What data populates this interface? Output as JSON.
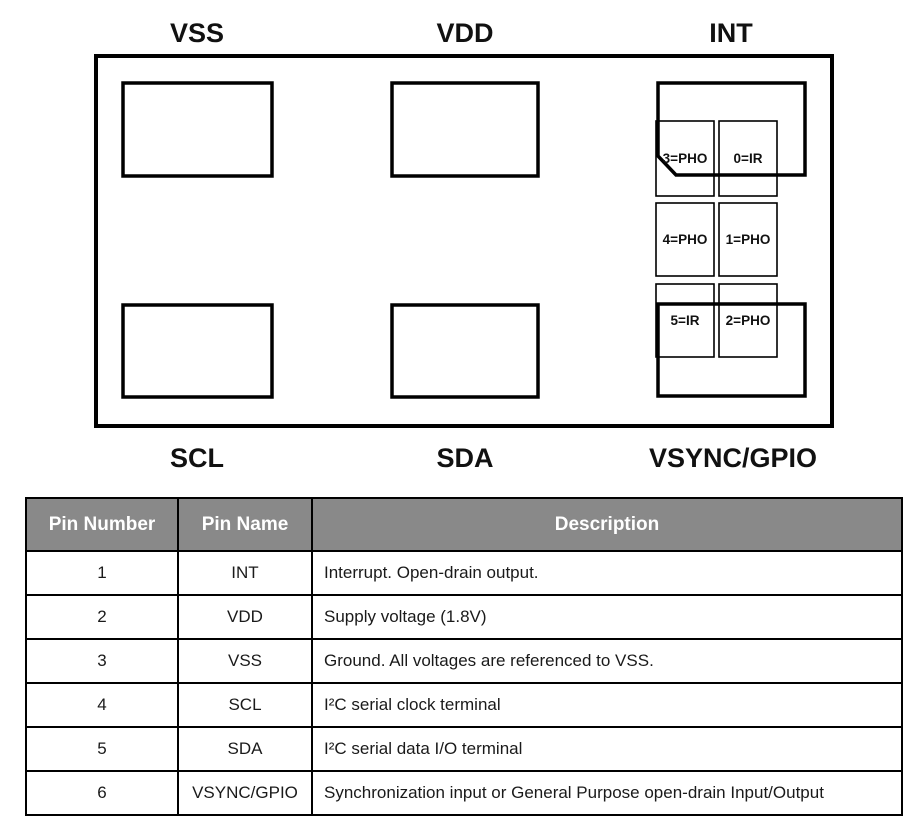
{
  "diagram": {
    "pin_labels": [
      {
        "position": "top-left",
        "label": "VSS"
      },
      {
        "position": "top-center",
        "label": "VDD"
      },
      {
        "position": "top-right",
        "label": "INT"
      },
      {
        "position": "bottom-left",
        "label": "SCL"
      },
      {
        "position": "bottom-center",
        "label": "SDA"
      },
      {
        "position": "bottom-right",
        "label": "VSYNC/GPIO"
      }
    ],
    "sensor_cells": [
      {
        "label": "3=PHO"
      },
      {
        "label": "0=IR"
      },
      {
        "label": "4=PHO"
      },
      {
        "label": "1=PHO"
      },
      {
        "label": "5=IR"
      },
      {
        "label": "2=PHO"
      }
    ]
  },
  "table": {
    "headers": [
      "Pin Number",
      "Pin Name",
      "Description"
    ],
    "rows": [
      {
        "pin_number": "1",
        "pin_name": "INT",
        "description": "Interrupt. Open-drain output."
      },
      {
        "pin_number": "2",
        "pin_name": "VDD",
        "description": "Supply voltage (1.8V)"
      },
      {
        "pin_number": "3",
        "pin_name": "VSS",
        "description": "Ground. All voltages are referenced to VSS."
      },
      {
        "pin_number": "4",
        "pin_name": "SCL",
        "description": "I²C serial clock terminal"
      },
      {
        "pin_number": "5",
        "pin_name": "SDA",
        "description": "I²C serial data I/O terminal"
      },
      {
        "pin_number": "6",
        "pin_name": "VSYNC/GPIO",
        "description": "Synchronization input or General Purpose open-drain Input/Output"
      }
    ]
  },
  "colors": {
    "header_bg": "#898989",
    "header_text": "#ffffff",
    "line": "#000000",
    "text": "#1a1a1a"
  }
}
